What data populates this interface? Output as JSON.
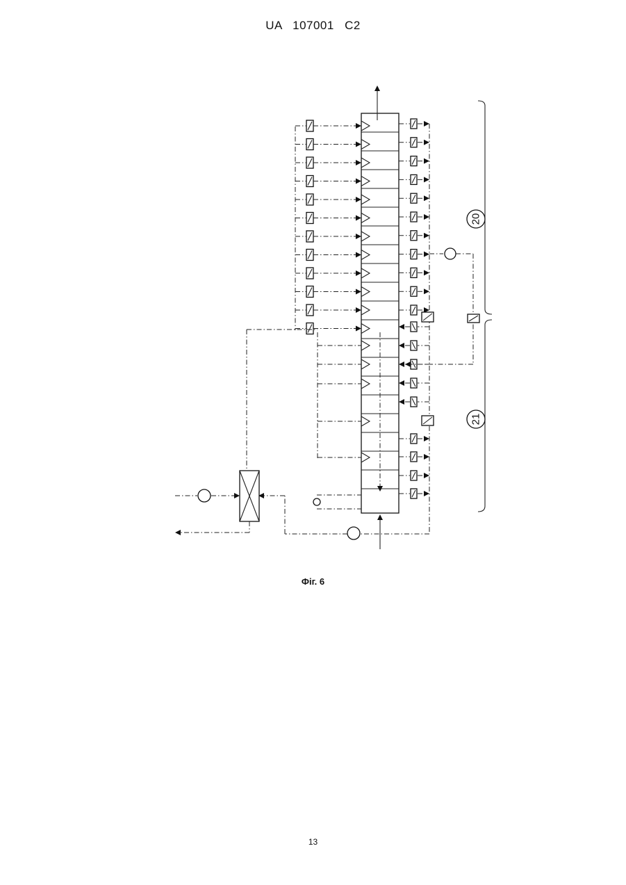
{
  "header": {
    "country": "UA",
    "number": "107001",
    "kind": "C2"
  },
  "figure": {
    "caption": "Фіг. 6",
    "labels": {
      "zone_upper": "20",
      "zone_lower": "21"
    }
  },
  "page_number": "13"
}
